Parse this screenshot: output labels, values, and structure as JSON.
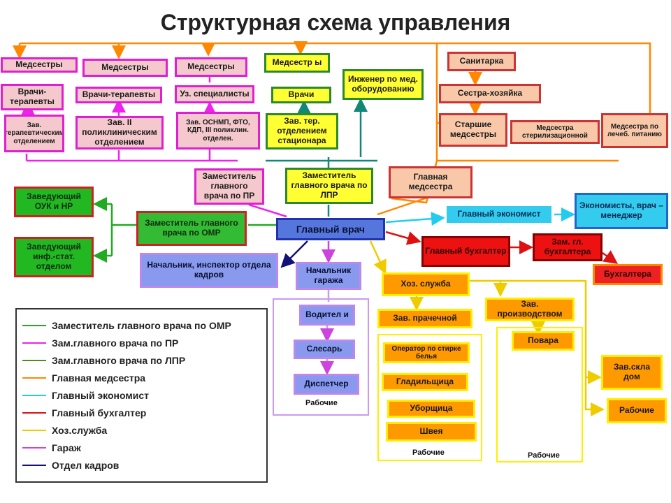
{
  "title": "Структурная схема управления",
  "boxes": {
    "nurses1": "Медсестры",
    "nurses2": "Медсестры",
    "nurses3": "Медсестры",
    "nurses4": "Медсестр ы",
    "therapists1": "Врачи-терапевты",
    "therapists2": "Врачи-терапевты",
    "specialists": "Уз. специалисты",
    "doctors": "Врачи",
    "engineer": "Инженер по мед. оборудованию",
    "orderly": "Санитарка",
    "housekeeper": "Сестра-хозяйка",
    "senior_nurses": "Старшие медсестры",
    "steril_nurse": "Медсестра стерилизационной",
    "diet_nurse": "Медсестра по лечеб. питанию",
    "head_ther_dept": "Зав. терапевтическим отделением",
    "head_clinic2": "Зав. II поликлиническим отделением",
    "head_osnmp": "Зав. ОСНМП, ФТО, КДП, III поликлин. отделен.",
    "head_ward": "Зав. тер. отделением стационара",
    "deputy_pr": "Заместитель главного врача по ПР",
    "deputy_lpr": "Заместитель главного врача по ЛПР",
    "head_nurse": "Главная медсестра",
    "head_ouk": "Заведующий ОУК и НР",
    "head_stat": "Заведующий инф.-стат. отделом",
    "deputy_omr": "Заместитель главного врача по ОМР",
    "chief_doctor": "Главный врач",
    "chief_economist": "Главный экономист",
    "economists": "Экономисты, врач –менеджер",
    "chief_accountant": "Главный бухгалтер",
    "deputy_accountant": "Зам. гл. бухгалтера",
    "accountants": "Бухгалтера",
    "hr_head": "Начальник, инспектор отдела кадров",
    "garage_head": "Начальник гаража",
    "driver": "Водител и",
    "mechanic": "Слесарь",
    "dispatcher": "Диспетчер",
    "garage_workers": "Рабочие",
    "household": "Хоз. служба",
    "head_laundry": "Зав. прачечной",
    "laundry_operator": "Оператор по стирке белья",
    "ironer": "Гладильщица",
    "cleaner": "Уборщица",
    "seamstress": "Швея",
    "laundry_workers": "Рабочие",
    "head_production": "Зав. производством",
    "cooks": "Повара",
    "kitchen_workers": "Рабочие",
    "head_warehouse": "Зав.скла дом",
    "warehouse_workers": "Рабочие"
  },
  "legend": [
    {
      "label": "Заместитель главного врача по ОМР",
      "color": "#22aa22"
    },
    {
      "label": "Зам.главного врача по ПР",
      "color": "#ee22ee"
    },
    {
      "label": "Зам.главного врача по ЛПР",
      "color": "#558822"
    },
    {
      "label": "Главная медсестра",
      "color": "#ff8800"
    },
    {
      "label": "Главный экономист",
      "color": "#22ccee"
    },
    {
      "label": "Главный бухгалтер",
      "color": "#dd1111"
    },
    {
      "label": "Хоз.служба",
      "color": "#eecc00"
    },
    {
      "label": "Гараж",
      "color": "#cc44dd"
    },
    {
      "label": "Отдел кадров",
      "color": "#111177"
    }
  ]
}
